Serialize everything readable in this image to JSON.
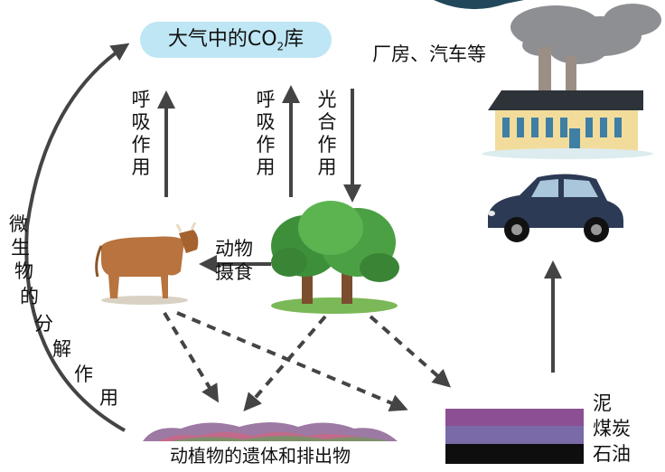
{
  "atmosphere": {
    "label_main": "大气中的CO",
    "label_sub": "2",
    "label_tail": "库"
  },
  "factory_label": "厂房、汽车等",
  "respiration_left": [
    "呼",
    "吸",
    "作",
    "用"
  ],
  "respiration_mid": [
    "呼",
    "吸",
    "作",
    "用"
  ],
  "photosynthesis": [
    "光",
    "合",
    "作",
    "用"
  ],
  "animal_feeding": [
    "动物",
    "摄食"
  ],
  "decomposition": [
    "微",
    "生",
    "物",
    "的",
    "分",
    "解",
    "作",
    "用"
  ],
  "remains_label": "动植物的遗体和排出物",
  "fossil_layers": [
    {
      "name": "泥",
      "color": "#8c4f93"
    },
    {
      "name": "煤炭",
      "color": "#7a6aa8"
    },
    {
      "name": "石油",
      "color": "#0e0e0e"
    }
  ],
  "colors": {
    "arrow": "#444444",
    "co2_box": "#bfe6f5"
  }
}
